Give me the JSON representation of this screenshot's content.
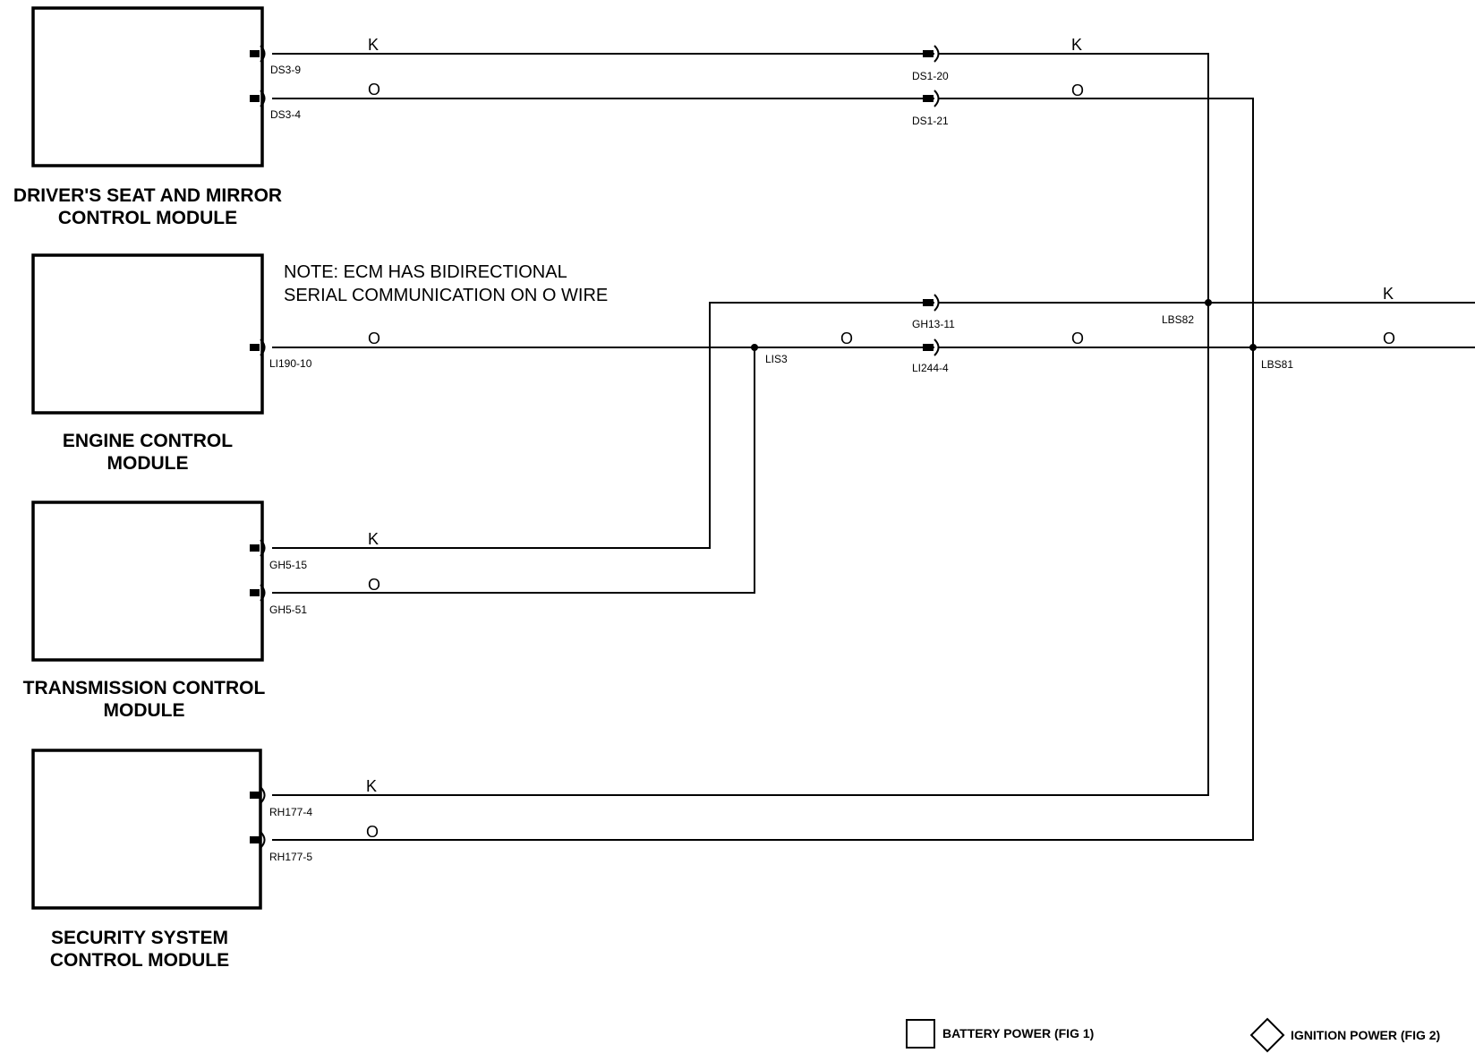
{
  "modules": [
    {
      "id": "driver-seat",
      "title_lines": [
        "DRIVER'S SEAT AND MIRROR",
        "CONTROL MODULE"
      ]
    },
    {
      "id": "engine",
      "title_lines": [
        "ENGINE  CONTROL",
        "MODULE"
      ]
    },
    {
      "id": "transmission",
      "title_lines": [
        "TRANSMISSION  CONTROL",
        "MODULE"
      ]
    },
    {
      "id": "security",
      "title_lines": [
        "SECURITY SYSTEM",
        "CONTROL MODULE"
      ]
    }
  ],
  "note": {
    "lines": [
      "NOTE: ECM HAS BIDIRECTIONAL",
      "SERIAL COMMUNICATION ON O WIRE"
    ]
  },
  "wire_colors": {
    "k": "K",
    "o": "O"
  },
  "connectors": {
    "ds3_9": "DS3-9",
    "ds3_4": "DS3-4",
    "ds1_20": "DS1-20",
    "ds1_21": "DS1-21",
    "li190_10": "LI190-10",
    "lis3": "LIS3",
    "gh13_11": "GH13-11",
    "li244_4": "LI244-4",
    "lbs82": "LBS82",
    "lbs81": "LBS81",
    "gh5_15": "GH5-15",
    "gh5_51": "GH5-51",
    "rh177_4": "RH177-4",
    "rh177_5": "RH177-5"
  },
  "legend": {
    "battery": "BATTERY POWER (FIG 1)",
    "ignition": "IGNITION POWER (FIG 2)"
  }
}
